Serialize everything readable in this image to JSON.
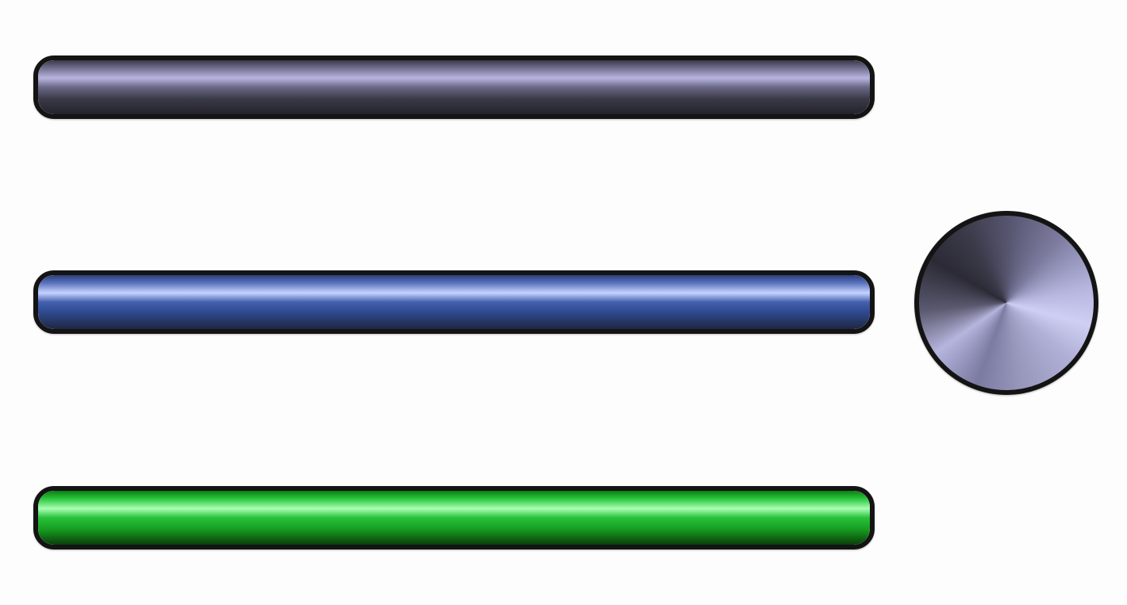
{
  "scrollbars": [
    {
      "id": "bar-gray",
      "color_scheme": "slate",
      "base_color": "#3a3846",
      "highlight_color": "#b8b6e0"
    },
    {
      "id": "bar-blue",
      "color_scheme": "blue",
      "base_color": "#2d4688",
      "highlight_color": "#c7d3ff"
    },
    {
      "id": "bar-green",
      "color_scheme": "green",
      "base_color": "#179b20",
      "highlight_color": "#a9ffb4"
    }
  ],
  "knob": {
    "icon": "metallic-knob-icon",
    "base_color": "#55546e",
    "highlight_color": "#cfcff4"
  }
}
